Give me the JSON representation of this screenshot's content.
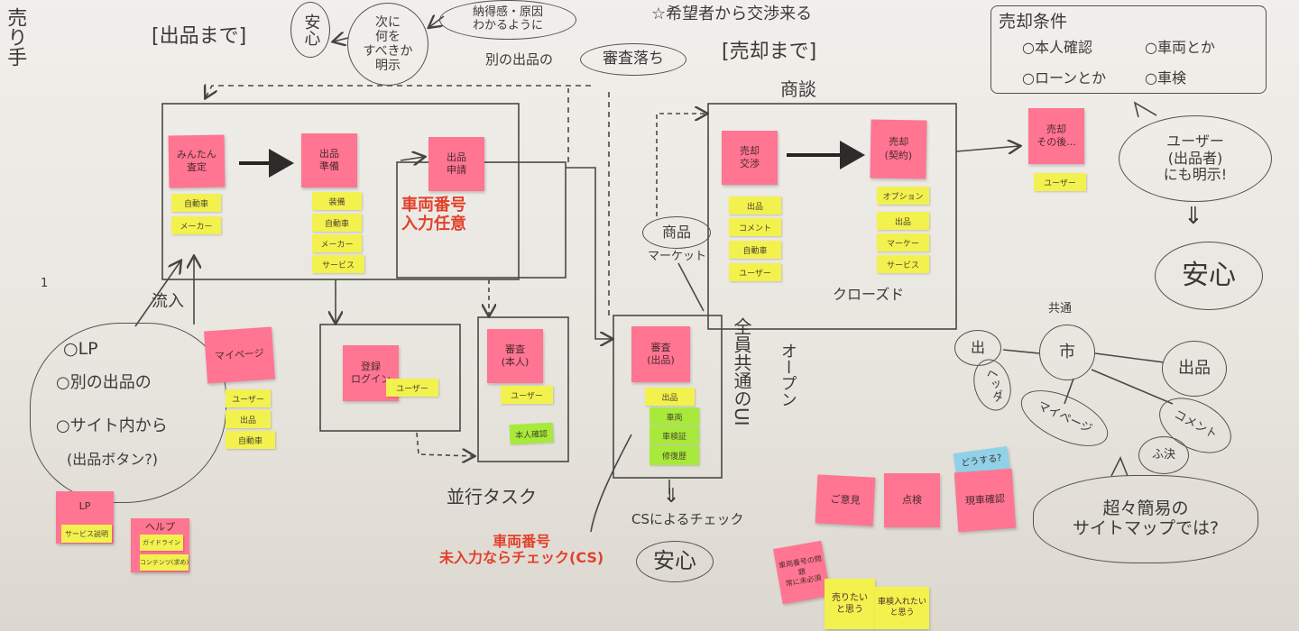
{
  "colors": {
    "pink": "#ff7592",
    "yellow": "#f3f14e",
    "green": "#a8ea3a",
    "blue": "#8fd2e8",
    "red_ink": "#e2412c",
    "ink": "#3b3a38",
    "board": "#e9e6e0"
  },
  "headings": {
    "seller": "売り手",
    "until_listing": "[出品まで]",
    "until_sale": "[売却まで]",
    "negotiation": "商談",
    "closed": "クローズド",
    "inflow": "流入",
    "parallel_tasks": "並行タスク",
    "marker": "1"
  },
  "bubbles": {
    "anshin_top": "安心",
    "next_action": "次に\n何を\nすべきか\n明示",
    "convinced": "納得感・原因\nわかるように",
    "other_listing": "別の出品の",
    "review_fail": "審査落ち",
    "offer": "☆希望者から交渉来る",
    "product": "商品",
    "market": "マーケット",
    "user_notice": "ユーザー\n(出品者)\nにも明示!",
    "down_arrow": "⇓",
    "anshin_right": "安心",
    "cs_check": "CSによるチェック",
    "anshin_bottom": "安心",
    "common_ui": "全員共通のUI",
    "open": "オープン",
    "sitemap_question": "超々簡易の\nサイトマップでは?"
  },
  "sale_conditions": {
    "title": "売却条件",
    "items": [
      "○本人確認",
      "○車両とか",
      "○ローンとか",
      "○車検"
    ]
  },
  "inflow_bubble": [
    "○LP",
    "○別の出品の",
    "○サイト内から",
    "(出品ボタン?)"
  ],
  "red_notes": {
    "plate_optional": "車両番号\n入力任意",
    "plate_check": "車両番号\n未入力ならチェック(CS)"
  },
  "stickies": {
    "appraisal": {
      "text": "みんたん\n査定",
      "tags": [
        "自動車",
        "メーカー"
      ]
    },
    "prep": {
      "text": "出品\n準備",
      "tags": [
        "装備",
        "自動車",
        "メーカー",
        "サービス"
      ]
    },
    "apply": {
      "text": "出品\n申請"
    },
    "sale_nego": {
      "text": "売却\n交渉",
      "tags": [
        "出品",
        "コメント",
        "自動車",
        "ユーザー"
      ]
    },
    "sale_contract": {
      "text": "売却\n(契約)",
      "tags": [
        "オプション",
        "出品",
        "マーケー",
        "サービス"
      ]
    },
    "after_sale": {
      "text": "売却\nその後...",
      "tags": [
        "ユーザー"
      ]
    },
    "mypage": {
      "text": "マイページ",
      "tags": [
        "ユーザー",
        "出品",
        "自動車"
      ]
    },
    "lp": {
      "text": "LP",
      "tags": [
        "サービス説明"
      ]
    },
    "help": {
      "text": "ヘルプ",
      "tags": [
        "ガイドライン",
        "コンテンツ(求め)"
      ]
    },
    "register": {
      "text": "登録\nログイン",
      "tags": [
        "ユーザー"
      ]
    },
    "review_person": {
      "text": "審査\n(本人)",
      "tags": [
        "ユーザー"
      ],
      "green": [
        "本人確認"
      ]
    },
    "review_listing": {
      "text": "審査\n(出品)",
      "tags": [
        "出品"
      ],
      "green": [
        "車両",
        "車検証",
        "修復歴"
      ]
    },
    "feedback": {
      "text": "ご意見"
    },
    "inspection": {
      "text": "点検"
    },
    "how": {
      "text": "どうする?"
    },
    "vehicle_check": {
      "text": "現車確認"
    },
    "plate_issue": {
      "text": "車両番号の問題\n常に未必須"
    },
    "want_sell": {
      "text": "売りたい\nと思う"
    },
    "want_inspect": {
      "text": "車検入れたい\nと思う"
    }
  },
  "sitemap": {
    "common": "共通",
    "center": "市",
    "header_a": "出",
    "header_b": "ヘッダ",
    "listing": "出品",
    "mypage": "マイページ",
    "comment": "コメント",
    "other": "ふ決"
  }
}
